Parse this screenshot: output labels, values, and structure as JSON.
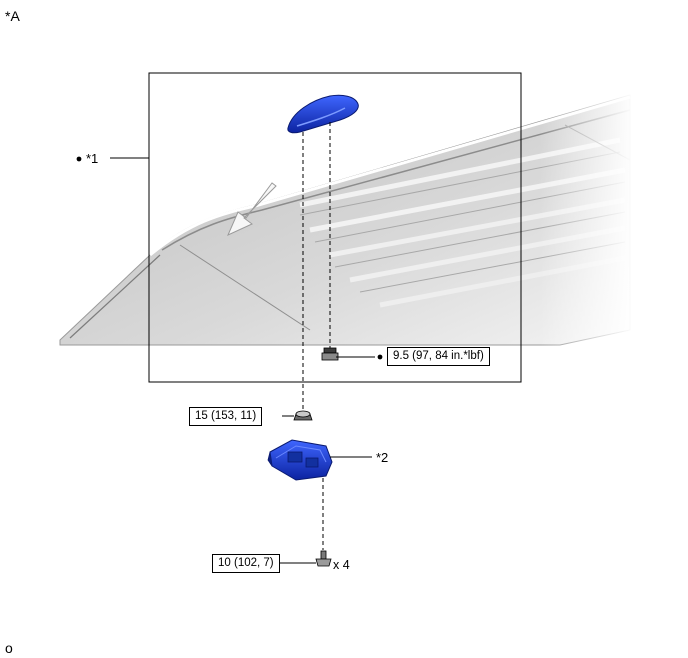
{
  "view_label": "*A",
  "callouts": {
    "antenna_cover": "*1",
    "antenna_unit": "*2"
  },
  "torques": {
    "nut_antenna": "9.5 (97, 84 in.*lbf)",
    "nut_base": "15 (153, 11)",
    "bolts": "10 (102, 7)"
  },
  "quantities": {
    "bolts": "x 4"
  },
  "illustration_code": "o",
  "colors": {
    "part_blue": "#1f3fbf",
    "part_blue_dark": "#0c1f80",
    "roof_gray": "#dcdcdc"
  }
}
